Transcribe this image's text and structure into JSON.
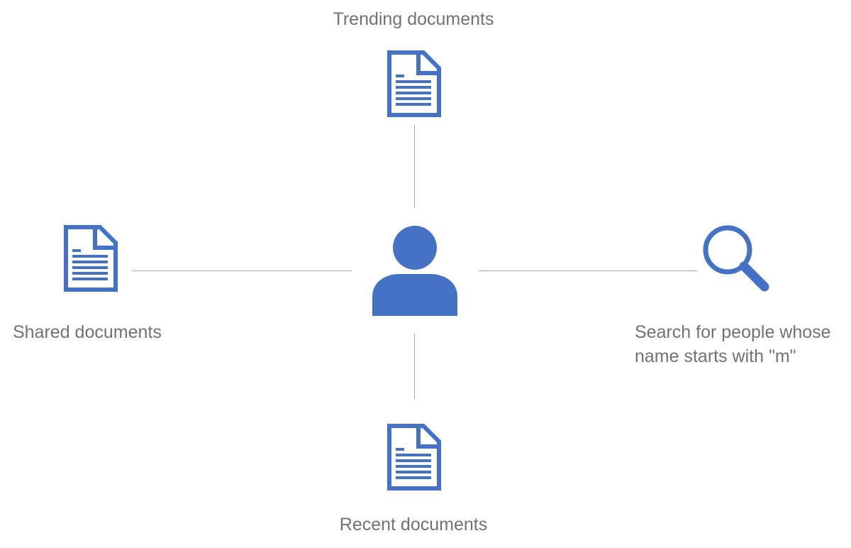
{
  "colors": {
    "icon": "#4472c4",
    "connector": "#a6a6a6",
    "label_text": "#767171",
    "background": "#ffffff"
  },
  "center": {
    "icon": "person-icon"
  },
  "nodes": {
    "top": {
      "label": "Trending documents",
      "icon": "document-icon"
    },
    "left": {
      "label": "Shared documents",
      "icon": "document-icon"
    },
    "right": {
      "label_line1": "Search for people whose",
      "label_line2": "name starts with \"m\"",
      "icon": "search-icon"
    },
    "bottom": {
      "label": "Recent documents",
      "icon": "document-icon"
    }
  }
}
